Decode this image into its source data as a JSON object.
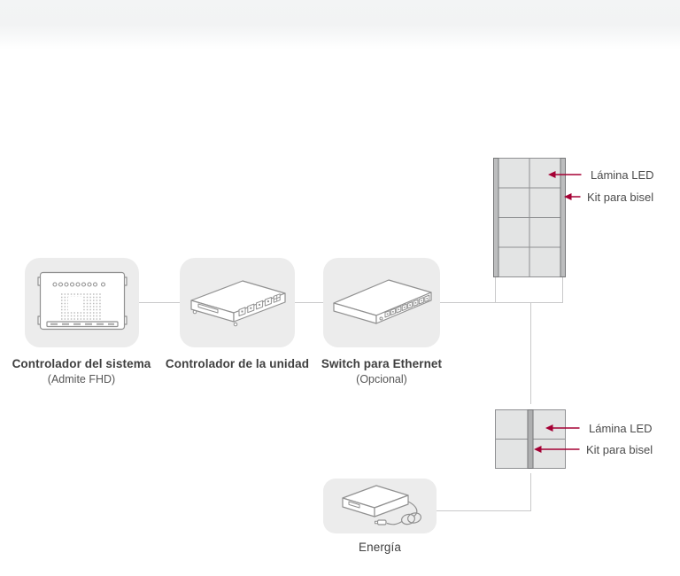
{
  "colors": {
    "arrow_accent": "#a50034",
    "connector_line": "#c9c9ca",
    "node_box_fill": "#ececec",
    "panel_cell_fill": "#e3e4e4",
    "panel_grid": "#8f9092",
    "bezel_rail_fill": "#bcbdbe",
    "label_text": "#3f3f3f",
    "secondary_text": "#565656"
  },
  "diagram": {
    "nodes": [
      {
        "id": "system-controller",
        "label": "Controlador del sistema",
        "sublabel": "(Admite FHD)"
      },
      {
        "id": "unit-controller",
        "label": "Controlador de la unidad"
      },
      {
        "id": "ethernet-switch",
        "label": "Switch para Ethernet",
        "sublabel": "(Opcional)"
      },
      {
        "id": "power",
        "label": "Energía"
      }
    ],
    "led_wall_top": {
      "rows": 4,
      "cols": 2,
      "callouts": [
        "Lámina LED",
        "Kit para bisel"
      ]
    },
    "led_wall_bottom": {
      "rows": 2,
      "cols": 2,
      "callouts": [
        "Lámina LED",
        "Kit para bisel"
      ]
    }
  }
}
